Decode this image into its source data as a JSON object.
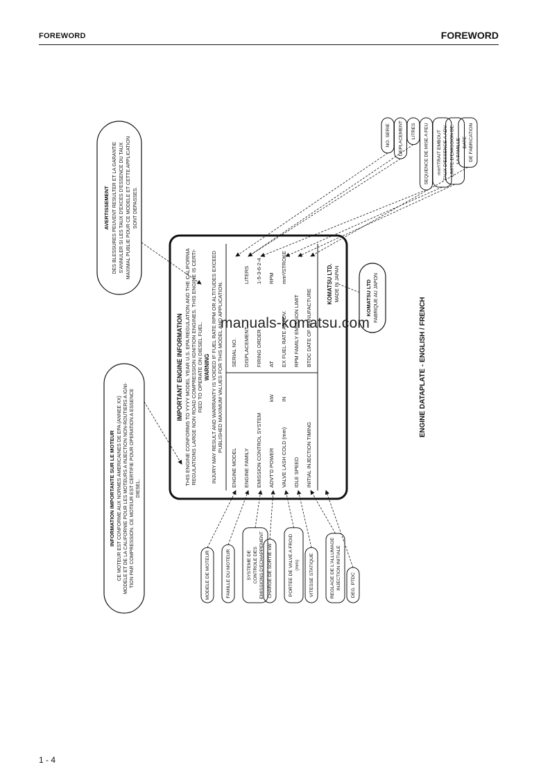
{
  "header": {
    "left": "FOREWORD",
    "right": "FOREWORD"
  },
  "footer": {
    "page": "1 - 4"
  },
  "watermark": "manuals-komatsu.com",
  "caption": "ENGINE DATAPLATE - ENGLISH / FRENCH",
  "plate": {
    "title": "IMPORTANT ENGINE INFORMATION",
    "compliance": [
      "THIS ENGINE CONFORMS TO YYYY MODEL YEAR U.S. EPA REGULATION AND THE CALIFORNIA",
      "REGULATIONS LARGE NON ROAD COMPRESSION IGNITION ENGINES. THIS ENGINE IS CERTI-",
      "FIED TO OPERATE ON DIESEL FUEL."
    ],
    "warning_title": "WARNING",
    "warning": [
      "INJURY MAY RESULT AND WARRANTY IS VOIDED IF FUEL RATE RPM OR ALTITUDES EXCEED",
      "PUBLISHED MAXIMUM VALUES FOR THIS MODEL AND APPLICATION."
    ],
    "rows": [
      {
        "a": "ENGINE MODEL",
        "b": "",
        "c": "SERIAL NO.",
        "d": ""
      },
      {
        "a": "ENGINE FAMILY",
        "b": "",
        "c": "DISPLACEMENT",
        "d": "LITERS"
      },
      {
        "a": "EMISSION CONTROL SYSTEM",
        "b": "",
        "c": "FIRING ORDER",
        "d": "1-5-3-6-2-4"
      },
      {
        "a": "ADVT'D POWER",
        "b": "kW",
        "c": "AT",
        "d": "RPM"
      },
      {
        "a": "VALVE LASH COLD (mm)",
        "b": "IN",
        "c": "EX FUEL RATE AT ADV.",
        "d": "mm³/STROKE"
      },
      {
        "a": "IDLE SPEED",
        "b": "",
        "c": "RPM FAMILY EMISSION LIMIT",
        "d": ""
      },
      {
        "a": "INITIAL INJECTION TIMING",
        "b": "",
        "c": "BTDC DATE OF MANUFACTURE",
        "d": ""
      }
    ],
    "maker": "KOMATSU LTD.",
    "made_in": "MADE IN JAPAN"
  },
  "bubble_komatsu": [
    "KOMATSU LTD",
    "FABRIQUE AU JAPON"
  ],
  "bubble_info_fr": {
    "title": "INFORMATION IMPORTANTE SUR LE MOTEUR",
    "lines": [
      "CE MOTEUR EST CONFORME AUX NORMES AMERICAINES DE EPA (ANNEE XX)",
      "MODELE ET DE LA CALIFORNIE POUR LES MOTEURS A INJECTION NON-ROUTIERS A IGNI-",
      "TION PAR COMPRESSION. CE MOTEUR EST CERTIFIE POUR OPERATION A ESSENCE",
      "DIESEL."
    ]
  },
  "bubble_warn_fr": {
    "title": "AVERTISSEMENT",
    "lines": [
      "DES BLESSURES PEUVENT RESULTER ET LA GARANTIE",
      "S'ANNULER SI LES TAUX D'EXCES D'ESSENCE DU TAUX",
      "MAXIMAL PUBLIE POUR CE MODELE ET CETTE APPLICATION",
      "SONT DEPASSES."
    ]
  },
  "top_labels": [
    [
      "NO. SERIE"
    ],
    [
      "DEPLACEMENT"
    ],
    [
      "LITRES"
    ],
    [
      "SEQUENCE DE MISE A FEU"
    ],
    [
      "mm³/TRAIT EMBOUT",
      "TAUX D'ESSENCE A ADV."
    ],
    [
      "LIMITE D'EMISSION DE",
      "LA FAMILLE"
    ],
    [
      "DATE",
      "DE FABRICATION"
    ]
  ],
  "bottom_labels": [
    [
      "MODELE DE MOTEUR"
    ],
    [
      "FAMILLE DU MOTEUR"
    ],
    [
      "SYSTEME DE",
      "CONTROLE DES",
      "EMISSIONS D'ECHAPPEMENT"
    ],
    [
      "CHARGE DE SORTIE kW"
    ],
    [
      "PORTEE DE VALVE A FROID",
      "(mm)"
    ],
    [
      "VITESSE STATIQUE"
    ],
    [
      "REGLAGE DE L'ALLUMAGE",
      "INJECTION INITIALE"
    ],
    [
      "DEG. PTDC"
    ]
  ]
}
